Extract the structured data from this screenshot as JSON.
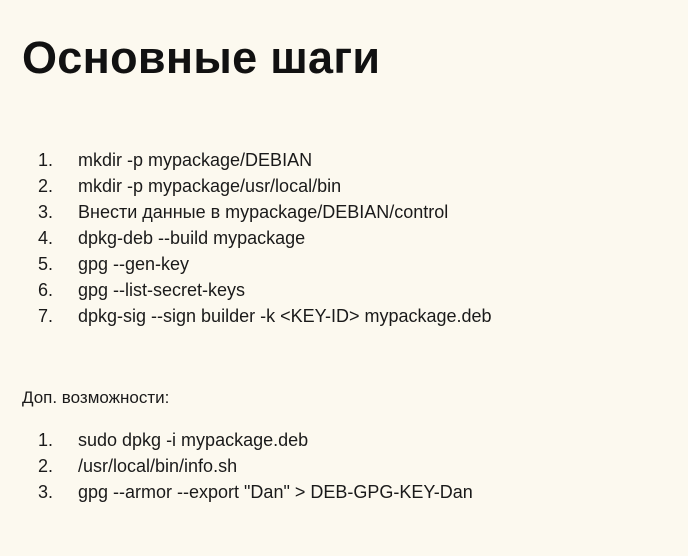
{
  "slide": {
    "title": "Основные шаги",
    "steps": [
      {
        "num": "1.",
        "text": "mkdir -p mypackage/DEBIAN"
      },
      {
        "num": "2.",
        "text": "mkdir -p mypackage/usr/local/bin"
      },
      {
        "num": "3.",
        "text": "Внести данные в mypackage/DEBIAN/control"
      },
      {
        "num": "4.",
        "text": "dpkg-deb --build mypackage"
      },
      {
        "num": "5.",
        "text": "gpg --gen-key"
      },
      {
        "num": "6.",
        "text": "gpg --list-secret-keys"
      },
      {
        "num": "7.",
        "text": "dpkg-sig --sign builder -k <KEY-ID> mypackage.deb"
      }
    ],
    "extras_label": "Доп. возможности:",
    "extras": [
      {
        "num": "1.",
        "text": "sudo dpkg -i mypackage.deb"
      },
      {
        "num": "2.",
        "text": "/usr/local/bin/info.sh"
      },
      {
        "num": "3.",
        "text": "gpg --armor --export \"Dan\" > DEB-GPG-KEY-Dan"
      }
    ]
  }
}
